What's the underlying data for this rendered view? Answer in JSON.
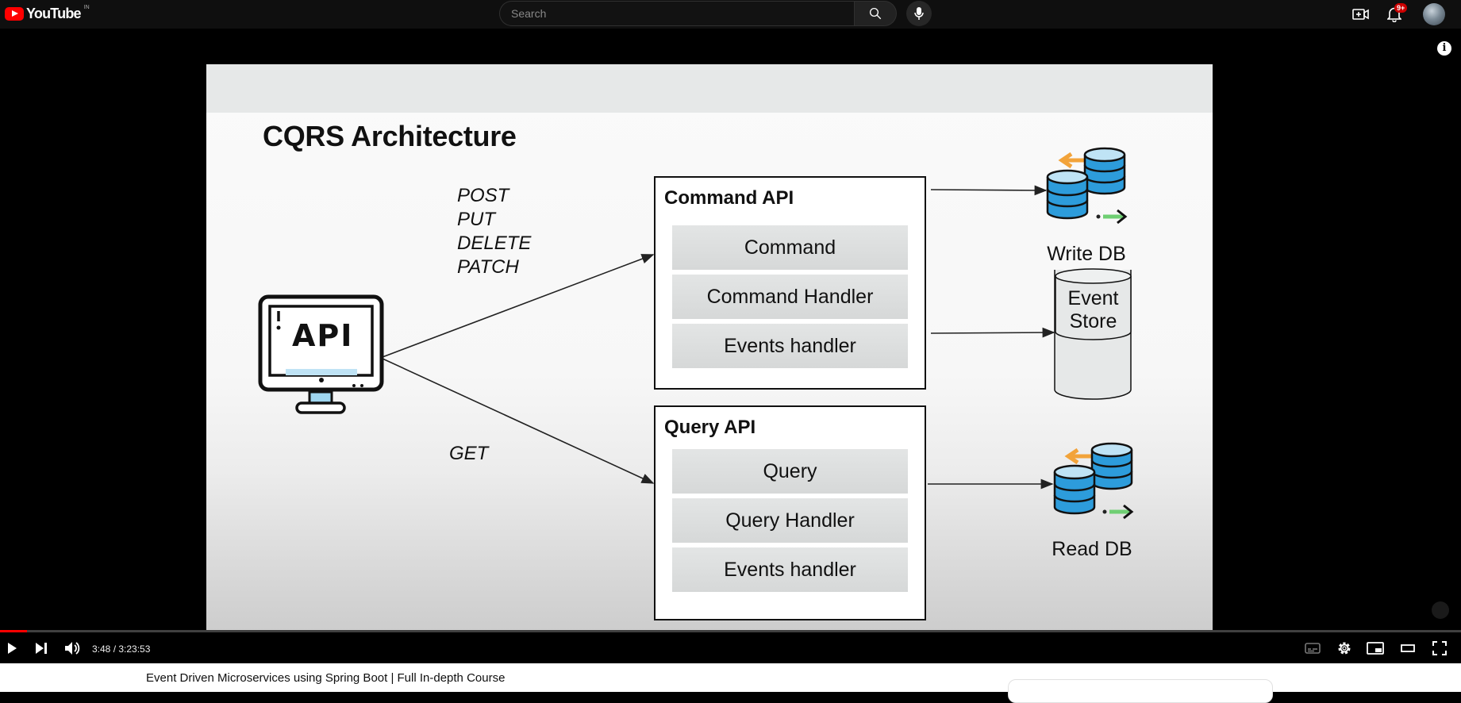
{
  "masthead": {
    "logo_text": "YouTube",
    "logo_country": "IN",
    "search_placeholder": "Search",
    "notifications_badge": "9+"
  },
  "slide": {
    "title": "CQRS Architecture",
    "methods": [
      "POST",
      "PUT",
      "DELETE",
      "PATCH"
    ],
    "get_label": "GET",
    "api_icon_text": "API",
    "command_api": {
      "title": "Command API",
      "items": [
        "Command",
        "Command Handler",
        "Events handler"
      ]
    },
    "query_api": {
      "title": "Query API",
      "items": [
        "Query",
        "Query Handler",
        "Events handler"
      ]
    },
    "write_db_label": "Write DB",
    "event_store_label": [
      "Event",
      "Store"
    ],
    "read_db_label": "Read DB"
  },
  "player": {
    "time": "3:48 / 3:23:53",
    "progress_fraction": 0.0186
  },
  "video": {
    "title": "Event Driven Microservices using Spring Boot | Full In-depth Course"
  },
  "colors": {
    "brand_red": "#ff0000",
    "db_blue": "#2d9cdb",
    "arrow_orange": "#f2a33a",
    "arrow_green": "#6fcf73"
  }
}
